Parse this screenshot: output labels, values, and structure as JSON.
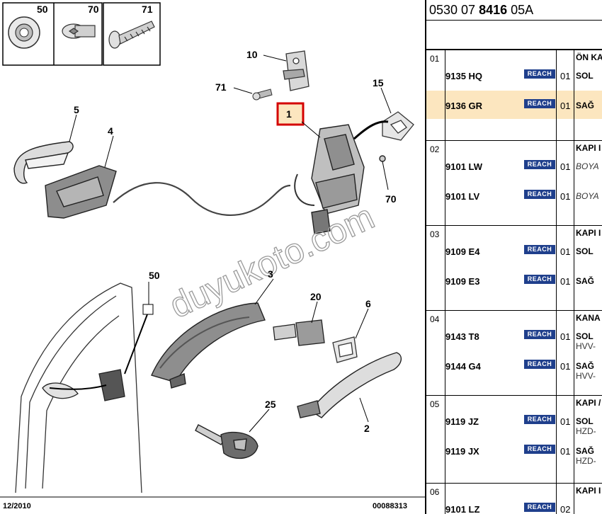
{
  "diagram": {
    "callouts": {
      "c50_top": "50",
      "c70_top": "70",
      "c71_top": "71",
      "c10": "10",
      "c71": "71",
      "c15": "15",
      "c1": "1",
      "c5": "5",
      "c4": "4",
      "c70": "70",
      "c50": "50",
      "c3": "3",
      "c20": "20",
      "c6": "6",
      "c25": "25",
      "c2": "2"
    },
    "watermark": "duyukoto.com",
    "footer_left": "12/2010",
    "footer_right": "00088313"
  },
  "panel": {
    "reference": {
      "prefix": "0530 07 ",
      "bold": "8416",
      "suffix": " 05A"
    },
    "groups": [
      {
        "num": "01",
        "title": "ÖN KA",
        "rows": [
          {
            "pn": "9135 HQ",
            "badge": "REACH",
            "qty": "01",
            "d1": "SOL",
            "d3": "",
            "d4": "",
            "highlight": false
          },
          {
            "pn": "9136 GR",
            "badge": "REACH",
            "qty": "01",
            "d1": "SAĞ",
            "d3": "",
            "d4": "",
            "highlight": true
          }
        ]
      },
      {
        "num": "02",
        "title": "KAPI I",
        "rows": [
          {
            "pn": "9101 LW",
            "badge": "REACH",
            "qty": "01",
            "d1": "",
            "d3": "BOYA",
            "d4": "",
            "highlight": false
          },
          {
            "pn": "9101 LV",
            "badge": "REACH",
            "qty": "01",
            "d1": "",
            "d3": "BOYA",
            "d4": "",
            "highlight": false
          }
        ]
      },
      {
        "num": "03",
        "title": "KAPI I",
        "rows": [
          {
            "pn": "9109 E4",
            "badge": "REACH",
            "qty": "01",
            "d1": "SOL",
            "d3": "",
            "d4": "",
            "highlight": false
          },
          {
            "pn": "9109 E3",
            "badge": "REACH",
            "qty": "01",
            "d1": "SAĞ",
            "d3": "",
            "d4": "",
            "highlight": false
          }
        ]
      },
      {
        "num": "04",
        "title": "KANA",
        "rows": [
          {
            "pn": "9143 T8",
            "badge": "REACH",
            "qty": "01",
            "d1": "SOL",
            "d3": "",
            "d4": "HVV-",
            "highlight": false
          },
          {
            "pn": "9144 G4",
            "badge": "REACH",
            "qty": "01",
            "d1": "SAĞ",
            "d3": "",
            "d4": "HVV-",
            "highlight": false
          }
        ]
      },
      {
        "num": "05",
        "title": "KAPI /",
        "rows": [
          {
            "pn": "9119 JZ",
            "badge": "REACH",
            "qty": "01",
            "d1": "SOL",
            "d3": "",
            "d4": "HZD-",
            "highlight": false
          },
          {
            "pn": "9119 JX",
            "badge": "REACH",
            "qty": "01",
            "d1": "SAĞ",
            "d3": "",
            "d4": "HZD-",
            "highlight": false
          }
        ]
      },
      {
        "num": "06",
        "title": "KAPI I",
        "rows": [
          {
            "pn": "9101 LZ",
            "badge": "REACH",
            "qty": "02",
            "d1": "",
            "d3": "",
            "d4": "",
            "highlight": false
          }
        ]
      }
    ]
  }
}
